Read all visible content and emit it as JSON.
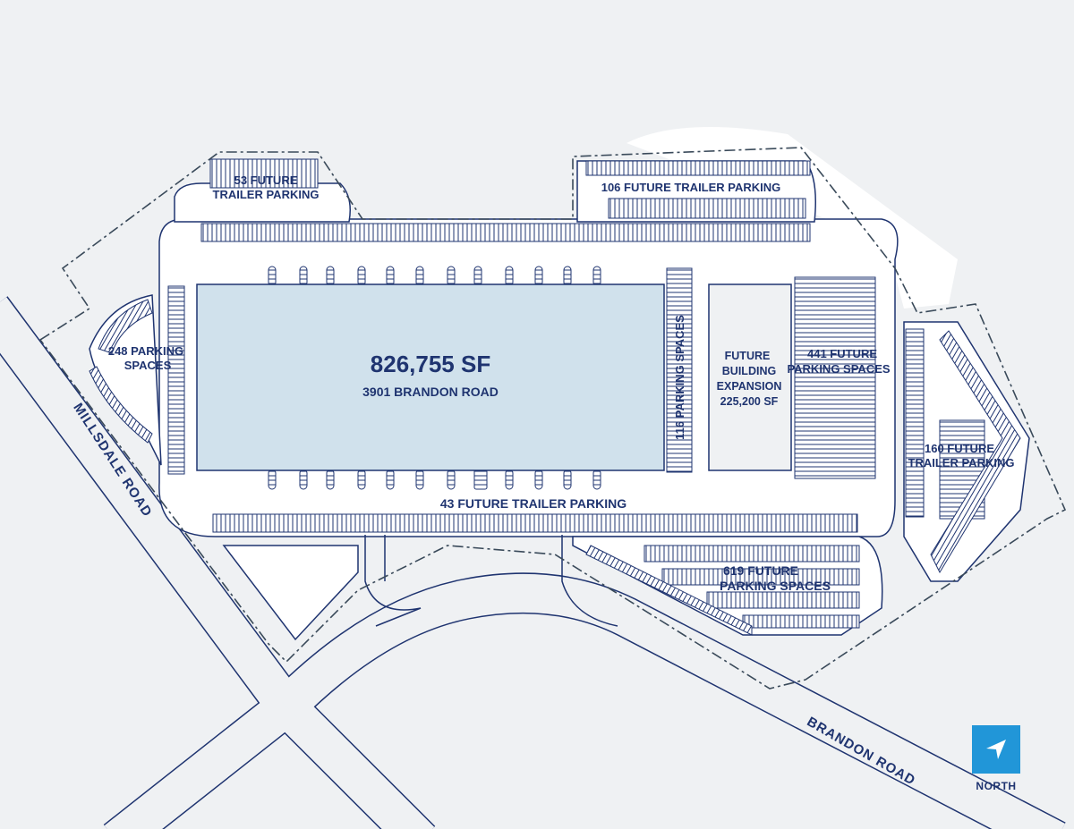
{
  "building": {
    "area": "826,755 SF",
    "address": "3901 BRANDON ROAD"
  },
  "expansion": {
    "line1": "FUTURE",
    "line2": "BUILDING",
    "line3": "EXPANSION",
    "line4": "225,200 SF"
  },
  "parking": {
    "p53": [
      "53 FUTURE",
      "TRAILER PARKING"
    ],
    "p106": "106 FUTURE TRAILER PARKING",
    "p248": [
      "248 PARKING",
      "SPACES"
    ],
    "p116": "116 PARKING SPACES",
    "p441": [
      "441 FUTURE",
      "PARKING SPACES"
    ],
    "p160": [
      "160 FUTURE",
      "TRAILER PARKING"
    ],
    "p43": "43 FUTURE TRAILER PARKING",
    "p619": [
      "619 FUTURE",
      "PARKING SPACES"
    ]
  },
  "roads": {
    "millsdale": "MILLSDALE ROAD",
    "brandon": "BRANDON ROAD"
  },
  "north": {
    "label": "NORTH",
    "icon": "navigation-arrow-icon"
  },
  "colors": {
    "line": "#1f3470",
    "building": "#d0e1ec",
    "background": "#eff1f3",
    "north": "#2196d8"
  }
}
